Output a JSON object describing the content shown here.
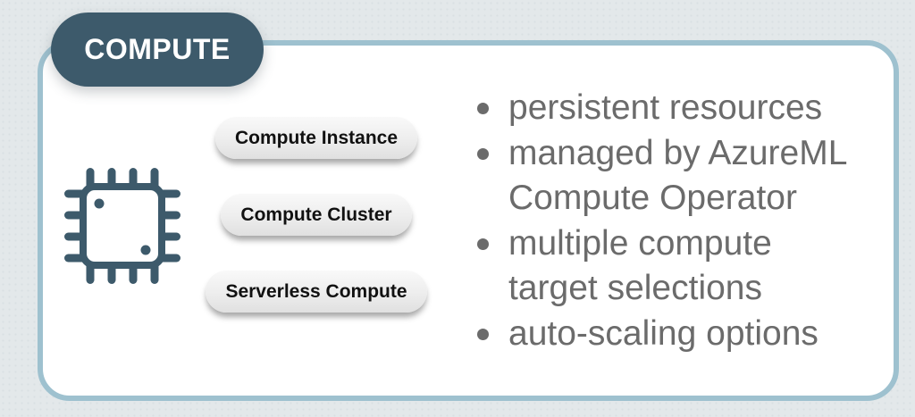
{
  "badge": {
    "label": "COMPUTE"
  },
  "card": {
    "compute_types": [
      {
        "label": "Compute Instance"
      },
      {
        "label": "Compute Cluster"
      },
      {
        "label": "Serverless Compute"
      }
    ],
    "features": [
      "persistent resources",
      "managed by AzureML\nCompute Operator",
      "multiple compute\ntarget selections",
      "auto-scaling options"
    ]
  },
  "icons": {
    "chip": "cpu-chip-icon"
  },
  "colors": {
    "page_bg": "#e3e8ea",
    "card_bg": "#ffffff",
    "card_border": "#9ec1cf",
    "badge_bg": "#3d5a6b",
    "badge_text": "#ffffff",
    "icon": "#3d5a6b",
    "pill_text": "#111111",
    "feature_text": "#6b6b6b"
  }
}
